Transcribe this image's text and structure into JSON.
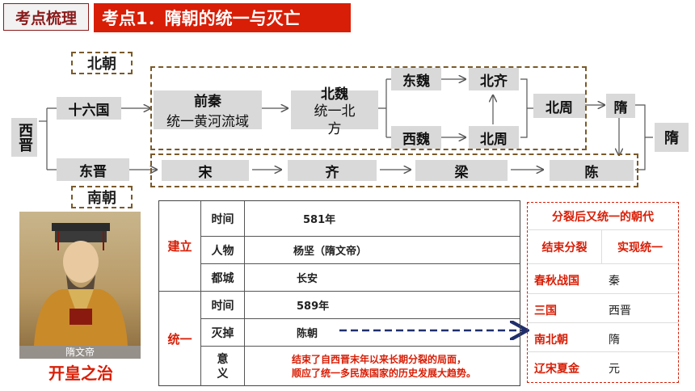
{
  "header": {
    "label": "考点梳理",
    "title": "考点1．隋朝的统一与灭亡"
  },
  "flow": {
    "northern_tag": "北朝",
    "southern_tag": "南朝",
    "xijin": "西晋",
    "sixteen": "十六国",
    "dongjin": "东晋",
    "qianqin_title": "前秦",
    "qianqin_desc": "统一黄河流域",
    "beiwei_title": "北魏",
    "beiwei_desc": "统一北方",
    "dongwei": "东魏",
    "xiwei": "西魏",
    "beiqi": "北齐",
    "beizhou_inner": "北周",
    "beizhou": "北周",
    "sui_north": "隋",
    "sui_final": "隋",
    "song": "宋",
    "qi": "齐",
    "liang": "梁",
    "chen": "陈"
  },
  "portrait": {
    "caption": "隋文帝",
    "subtitle": "开皇之治"
  },
  "info_table": {
    "establish": {
      "group": "建立",
      "rows": [
        {
          "label": "时间",
          "value": "581年"
        },
        {
          "label": "人物",
          "value": "杨坚（隋文帝）"
        },
        {
          "label": "都城",
          "value": "长安"
        }
      ]
    },
    "unify": {
      "group": "统一",
      "rows": [
        {
          "label": "时间",
          "value": "589年"
        },
        {
          "label": "灭掉",
          "value": "陈朝"
        },
        {
          "label": "意义",
          "value": "结束了自西晋末年以来长期分裂的局面，\n顺应了统一多民族国家的历史发展大趋势。"
        }
      ]
    }
  },
  "right_table": {
    "title": "分裂后又统一的朝代",
    "headers": [
      "结束分裂",
      "实现统一"
    ],
    "rows": [
      [
        "春秋战国",
        "秦"
      ],
      [
        "三国",
        "西晋"
      ],
      [
        "南北朝",
        "隋"
      ],
      [
        "辽宋夏金",
        "元"
      ]
    ]
  },
  "colors": {
    "accent_red": "#d81e06",
    "dark_red": "#8b1a1a",
    "box_gray": "#d9d9d9",
    "dash_brown": "#7a5a2a",
    "arrow_navy": "#1f2f6e"
  }
}
